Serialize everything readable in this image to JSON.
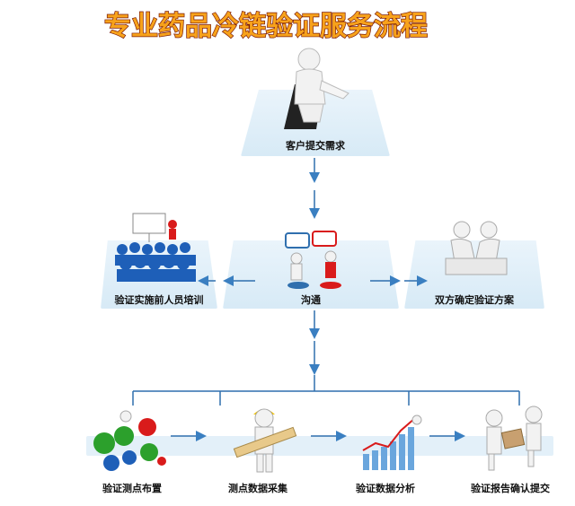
{
  "title": "专业药品冷链验证服务流程",
  "nodes": {
    "customer_request": "客户提交需求",
    "training": "验证实施前人员培训",
    "communicate": "沟通",
    "confirm_plan": "双方确定验证方案",
    "point_layout": "验证测点布置",
    "data_collect": "测点数据采集",
    "data_analysis": "验证数据分析",
    "report": "验证报告确认提交"
  },
  "colors": {
    "title_fill": "#f7a21b",
    "title_stroke": "#7a1a0a",
    "arrow": "#3a7fc1",
    "line": "#2f6fae"
  }
}
